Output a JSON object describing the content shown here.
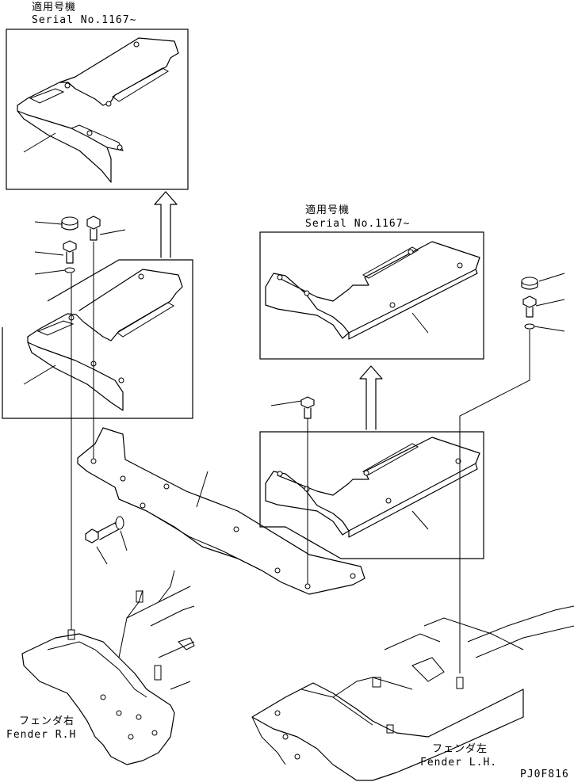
{
  "labels": {
    "applicable_top": "適用号機",
    "serial_top": "Serial No.1167~",
    "applicable_mid": "適用号機",
    "serial_mid": "Serial No.1167~",
    "fender_rh_jp": "フェンダ右",
    "fender_rh_en": "Fender R.H",
    "fender_lh_jp": "フェンダ左",
    "fender_lh_en": "Fender L.H.",
    "drawing_code": "PJ0F816"
  }
}
